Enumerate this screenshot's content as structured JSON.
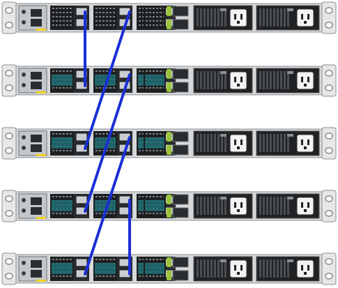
{
  "diagram": {
    "colors": {
      "chassis": "#d6d8da",
      "chassis_edge": "#8a8f94",
      "ear": "#e6e7e8",
      "fan_bay": "#1d1f21",
      "fan_grille": "#9aa0a5",
      "teal": "#1f6f73",
      "port_face": "#2a2d30",
      "port_slot": "#c9cdd1",
      "psu_body": "#202224",
      "psu_vent": "#4b4f53",
      "psu_inlet": "#f2f2f2",
      "green_led": "#9ac43b",
      "yellow_tag": "#f2d21b",
      "cable": "#1a2fd6"
    },
    "switches": [
      {
        "id": "switch-1",
        "teal_inserts": false
      },
      {
        "id": "switch-2",
        "teal_inserts": true
      },
      {
        "id": "switch-3",
        "teal_inserts": true
      },
      {
        "id": "switch-4",
        "teal_inserts": true
      },
      {
        "id": "switch-5",
        "teal_inserts": true
      }
    ],
    "cables": [
      {
        "from_switch": 1,
        "from_port": "A",
        "to_switch": 2,
        "to_port": "A"
      },
      {
        "from_switch": 1,
        "from_port": "B",
        "to_switch": 3,
        "to_port": "A"
      },
      {
        "from_switch": 2,
        "from_port": "B",
        "to_switch": 4,
        "to_port": "A"
      },
      {
        "from_switch": 3,
        "from_port": "B",
        "to_switch": 5,
        "to_port": "A"
      },
      {
        "from_switch": 4,
        "from_port": "B",
        "to_switch": 5,
        "to_port": "B"
      }
    ]
  }
}
